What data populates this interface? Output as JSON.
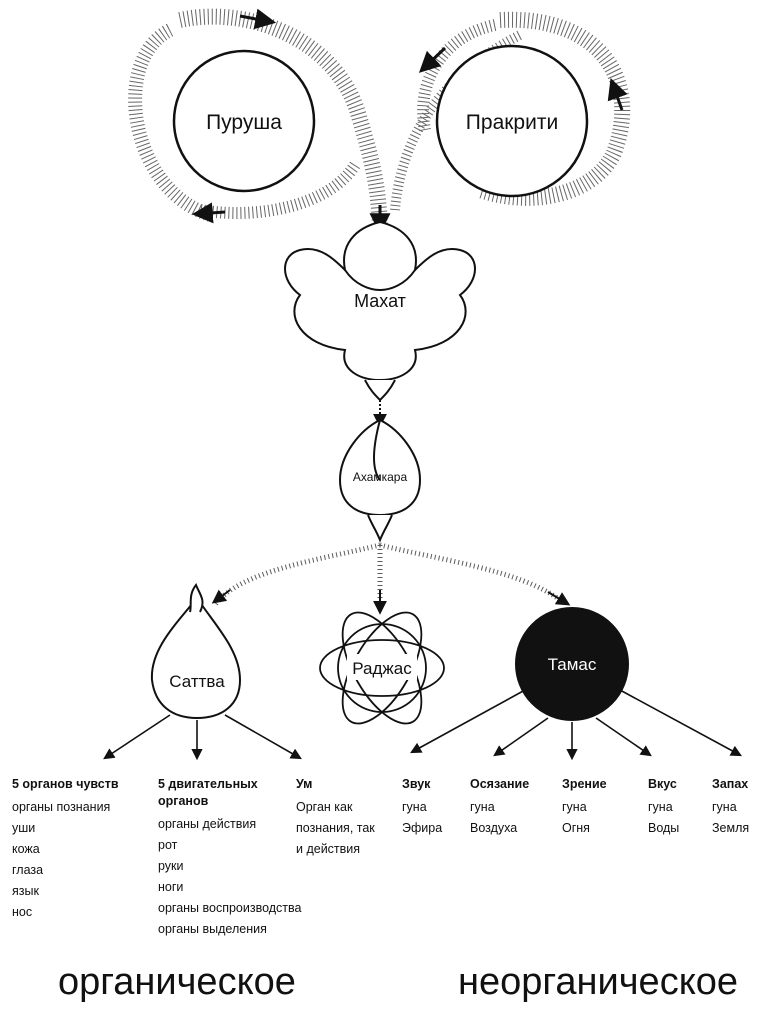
{
  "nodes": {
    "purusha": "Пуруша",
    "prakriti": "Пракрити",
    "mahat": "Махат",
    "ahamkara": "Ахамкара",
    "sattva": "Саттва",
    "rajas": "Раджас",
    "tamas": "Тамас"
  },
  "columns": [
    {
      "title": "5 органов чувств",
      "lines": [
        "органы познания",
        "уши",
        "кожа",
        "глаза",
        "язык",
        "нос"
      ]
    },
    {
      "title": "5 двигательных органов",
      "lines": [
        "органы действия",
        "рот",
        "руки",
        "ноги",
        "органы воспроизводства",
        "органы выделения"
      ]
    },
    {
      "title": "Ум",
      "lines": [
        "Орган как познания, так и действия"
      ]
    },
    {
      "title": "Звук",
      "lines": [
        "гуна",
        "Эфира"
      ]
    },
    {
      "title": "Осязание",
      "lines": [
        "гуна",
        "Воздуха"
      ]
    },
    {
      "title": "Зрение",
      "lines": [
        "гуна",
        "Огня"
      ]
    },
    {
      "title": "Вкус",
      "lines": [
        "гуна",
        "Воды"
      ]
    },
    {
      "title": "Запах",
      "lines": [
        "гуна",
        "Земля"
      ]
    }
  ],
  "footer": {
    "organic": "органическое",
    "inorganic": "неорганическое"
  },
  "colors": {
    "ink": "#111111",
    "tamas_fill": "#111111",
    "paper": "#ffffff"
  }
}
